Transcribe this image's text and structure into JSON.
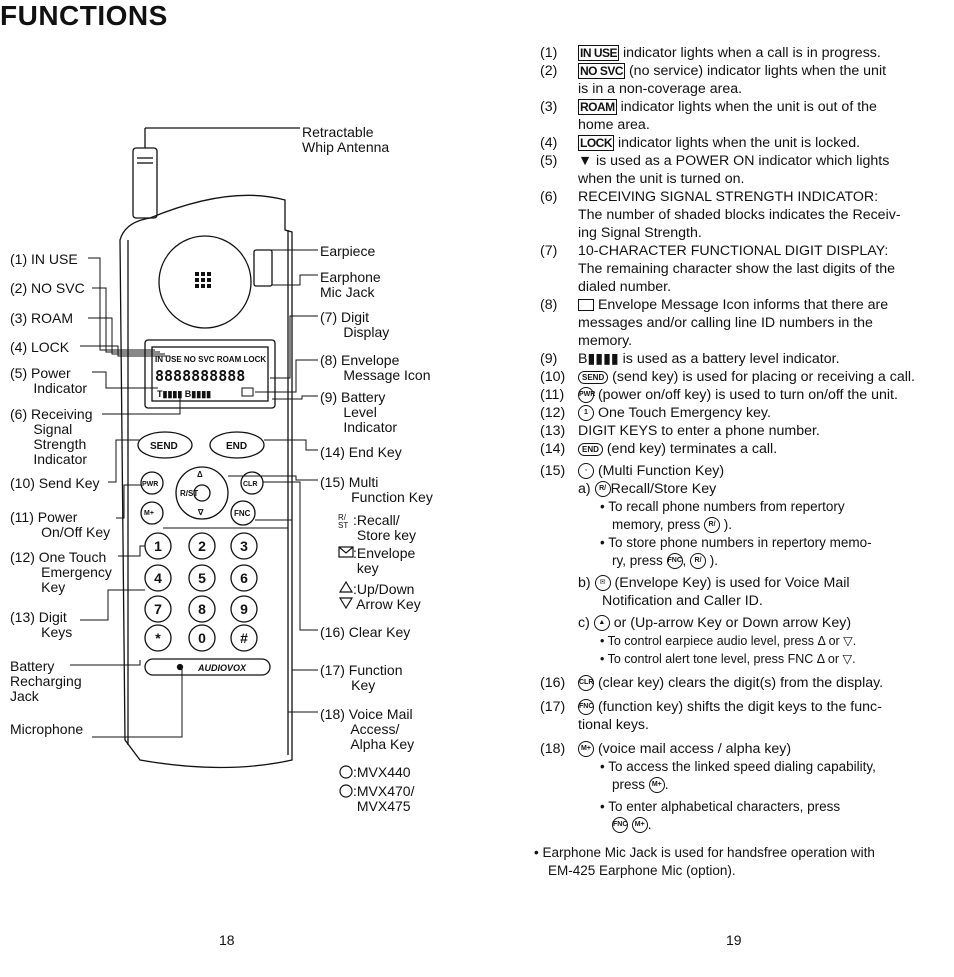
{
  "left_page": {
    "title": "FUNCTIONS",
    "labels": {
      "antenna": "Retractable\nWhip Antenna",
      "earpiece": "Earpiece",
      "earphone_jack": "Earphone\nMic Jack",
      "digit_display": "(7) Digit\n      Display",
      "envelope_icon": "(8) Envelope\n      Message Icon",
      "battery": "(9) Battery\n      Level\n      Indicator",
      "end_key": "(14) End Key",
      "multi_key": "(15) Multi\n        Function Key",
      "recall": ":Recall/\n Store key",
      "envelope_key": ":Envelope\n key",
      "updown": ":Up/Down\n Arrow Key",
      "clear_key": "(16) Clear Key",
      "function_key": "(17) Function\n        Key",
      "voice_mail": "(18) Voice Mail\n        Access/\n        Alpha Key",
      "mvx440": ":MVX440",
      "mvx470": ":MVX470/\n MVX475",
      "in_use": "(1) IN USE",
      "no_svc": "(2) NO SVC",
      "roam": "(3) ROAM",
      "lock": "(4) LOCK",
      "power_ind": "(5) Power\n      Indicator",
      "receiving": "(6) Receiving\n      Signal\n      Strength\n      Indicator",
      "send_key": "(10) Send Key",
      "power_key": "(11) Power\n        On/Off Key",
      "emergency": "(12) One Touch\n        Emergency\n        Key",
      "digit_keys": "(13) Digit\n        Keys",
      "charging": "Battery\nRecharging\nJack",
      "microphone": "Microphone"
    },
    "phone": {
      "lcd_top": "IN USE NO SVC ROAM LOCK",
      "lcd_digits": "8888888888",
      "send": "SEND",
      "end": "END",
      "pwr": "PWR",
      "clr": "CLR",
      "fnc": "FNC",
      "m_plus": "M+",
      "brand": "AUDIOVOX",
      "keys": [
        "1",
        "2",
        "3",
        "4",
        "5",
        "6",
        "7",
        "8",
        "9",
        "*",
        "0",
        "#"
      ]
    },
    "page_number": "18"
  },
  "right_page": {
    "items": [
      {
        "n": "(1)",
        "box": "IN USE",
        "text": " indicator lights when a call is in progress."
      },
      {
        "n": "(2)",
        "box": "NO SVC",
        "text": " (no service) indicator lights when the unit",
        "cont": "is in a non-coverage area."
      },
      {
        "n": "(3)",
        "box": "ROAM",
        "text": " indicator lights when the unit is out of the",
        "cont": "home area."
      },
      {
        "n": "(4)",
        "box": "LOCK",
        "text": " indicator lights when the unit is locked."
      },
      {
        "n": "(5)",
        "text": "▼ is used as a POWER ON indicator which lights",
        "cont": "when the unit is turned on."
      },
      {
        "n": "(6)",
        "text": "RECEIVING SIGNAL STRENGTH INDICATOR:",
        "cont": "The number of shaded blocks indicates the Receiv-",
        "cont2": "ing Signal Strength."
      },
      {
        "n": "(7)",
        "text": "10-CHARACTER FUNCTIONAL DIGIT DISPLAY:",
        "cont": "The remaining character show the last digits of the",
        "cont2": "dialed number."
      },
      {
        "n": "(8)",
        "text": " Envelope Message Icon informs that there are",
        "cont": "messages and/or calling line ID numbers in the",
        "cont2": "memory."
      },
      {
        "n": "(9)",
        "text": "B▮▮▮▮ is used as a battery level indicator."
      },
      {
        "n": "(10)",
        "text": " (send key) is used for placing or receiving a call."
      },
      {
        "n": "(11)",
        "text": " (power on/off key) is used to turn on/off the unit."
      },
      {
        "n": "(12)",
        "text": " One Touch Emergency key."
      },
      {
        "n": "(13)",
        "text": "DIGIT KEYS to enter a phone number."
      },
      {
        "n": "(14)",
        "text": " (end key) terminates a call."
      },
      {
        "n": "(15)",
        "text": " (Multi Function Key)"
      }
    ],
    "sub15": {
      "a": "a)",
      "a_text": "Recall/Store Key",
      "a_b1": "• To recall phone numbers from repertory",
      "a_b1c": "memory, press",
      "a_b2": "• To store phone numbers in repertory memo-",
      "a_b2c": "ry, press",
      "b": "b)",
      "b_text": "(Envelope Key) is used for Voice Mail",
      "b_cont": "Notification and Caller ID.",
      "c": "c)",
      "c_text": "or     (Up-arrow Key or Down arrow Key)",
      "c_b1": "• To control earpiece audio level, press  Δ or ▽.",
      "c_b2": "• To control alert tone level, press FNC  Δ or ▽."
    },
    "item16": {
      "n": "(16)",
      "text": " (clear key) clears the digit(s) from the display."
    },
    "item17": {
      "n": "(17)",
      "text": " (function key) shifts the digit keys to the func-",
      "cont": "tional keys."
    },
    "item18": {
      "n": "(18)",
      "text": " (voice mail access / alpha key)",
      "b1": "• To access the linked speed dialing capability,",
      "b1c": "press",
      "b2": "• To  enter  alphabetical  characters,  press"
    },
    "note": "• Earphone Mic Jack is used for handsfree operation with",
    "note_cont": "EM-425 Earphone Mic (option).",
    "page_number": "19"
  }
}
